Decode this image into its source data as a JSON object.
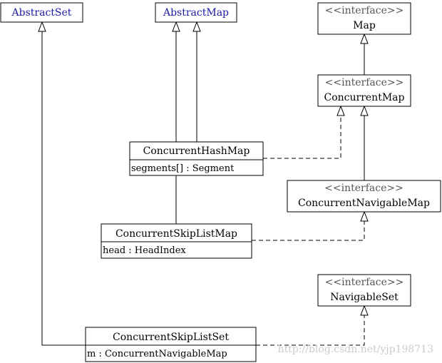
{
  "classes": {
    "abstract_set": {
      "name": "AbstractSet"
    },
    "abstract_map": {
      "name": "AbstractMap"
    },
    "map": {
      "stereotype": "<<interface>>",
      "name": "Map"
    },
    "concurrent_map": {
      "stereotype": "<<interface>>",
      "name": "ConcurrentMap"
    },
    "concurrent_hash_map": {
      "name": "ConcurrentHashMap",
      "attribute": "segments[] : Segment"
    },
    "concurrent_navigable_map": {
      "stereotype": "<<interface>>",
      "name": "ConcurrentNavigableMap"
    },
    "concurrent_skip_list_map": {
      "name": "ConcurrentSkipListMap",
      "attribute": "head : HeadIndex"
    },
    "navigable_set": {
      "stereotype": "<<interface>>",
      "name": "NavigableSet"
    },
    "concurrent_skip_list_set": {
      "name": "ConcurrentSkipListSet",
      "attribute": "m : ConcurrentNavigableMap"
    }
  },
  "watermark": "http://blog.csdn.net/yjp198713",
  "colors": {
    "abstract_class_text": "#1a1aa6",
    "stroke": "#000000"
  }
}
